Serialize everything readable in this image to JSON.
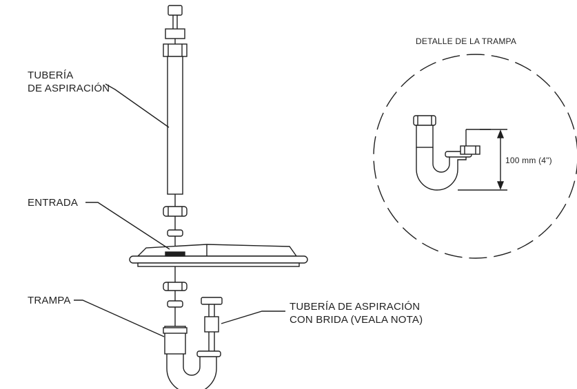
{
  "labels": {
    "suction_pipe": {
      "line1": "TUBERÍA",
      "line2": "DE ASPIRACIÓN"
    },
    "inlet": "ENTRADA",
    "trap": "TRAMPA",
    "flanged_pipe": {
      "line1": "TUBERÍA DE ASPIRACIÓN",
      "line2": "CON BRIDA (VEALA NOTA)"
    },
    "detail_title": "DETALLE DE LA TRAMPA",
    "dimension": "100 mm (4\")"
  },
  "colors": {
    "line": "#1f1f1f",
    "fill": "#ffffff"
  }
}
